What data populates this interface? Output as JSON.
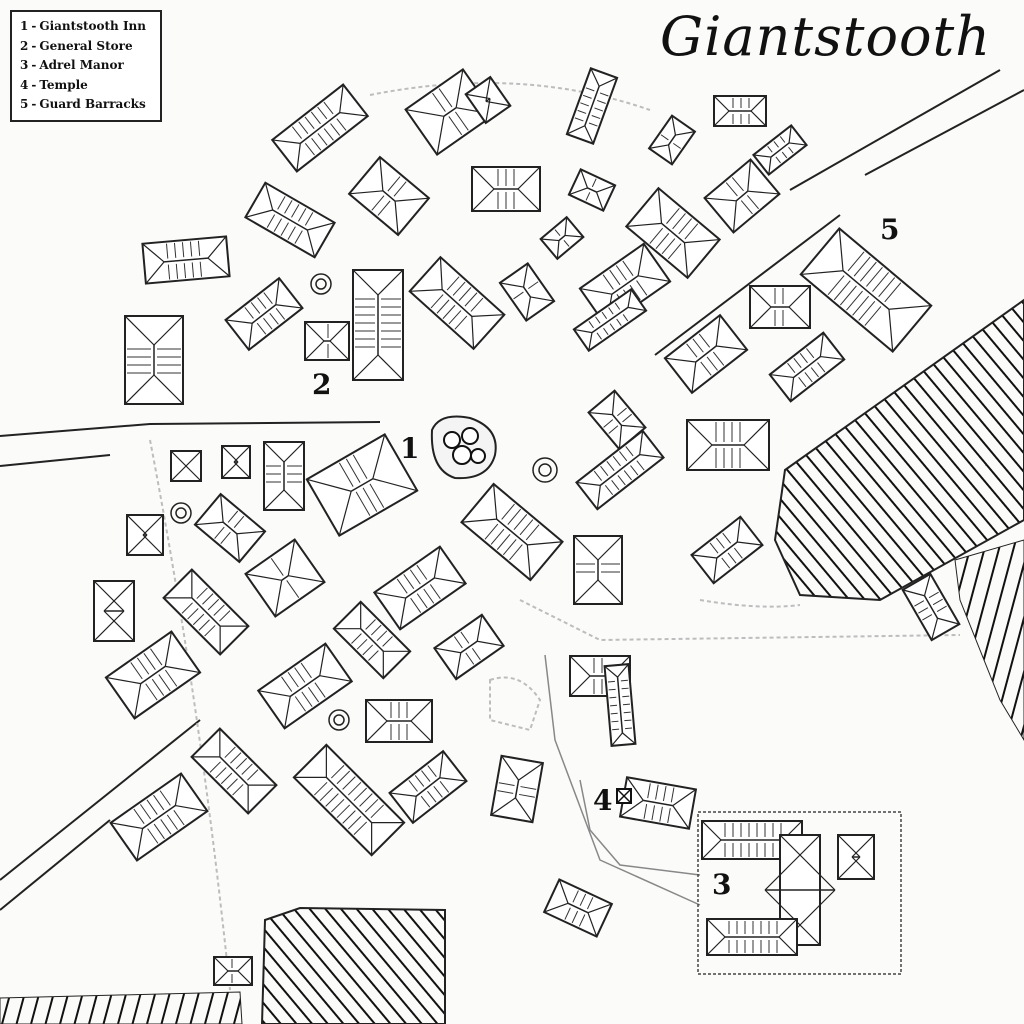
{
  "map": {
    "title": "Giantstooth",
    "legend": [
      {
        "number": "1",
        "separator": "-",
        "name": "Giantstooth Inn"
      },
      {
        "number": "2",
        "separator": "-",
        "name": "General Store"
      },
      {
        "number": "3",
        "separator": "-",
        "name": "Adrel Manor"
      },
      {
        "number": "4",
        "separator": "-",
        "name": "Temple"
      },
      {
        "number": "5",
        "separator": "-",
        "name": "Guard Barracks"
      }
    ],
    "markers": {
      "inn": "1",
      "store": "2",
      "manor": "3",
      "temple": "4",
      "barracks": "5"
    },
    "colors": {
      "ink": "#222222",
      "paper": "#fbfbfa",
      "road_edge": "#bdbdbd"
    }
  }
}
